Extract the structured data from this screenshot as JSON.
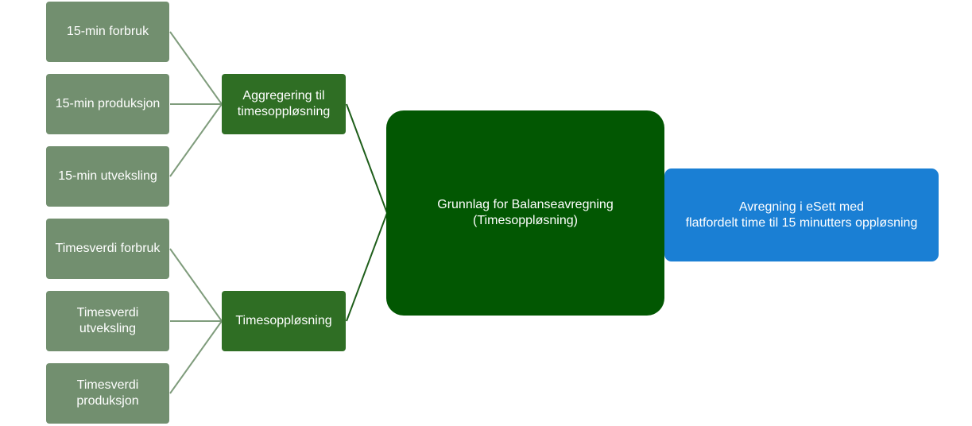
{
  "source_nodes": {
    "min15_consumption": "15-min forbruk",
    "min15_production": "15-min produksjon",
    "min15_exchange": "15-min utveksling",
    "hourly_consumption": "Timesverdi forbruk",
    "hourly_exchange": "Timesverdi\nutveksling",
    "hourly_production": "Timesverdi\nproduksjon"
  },
  "intermediate_nodes": {
    "aggregation": "Aggregering til\ntimesoppløsning",
    "hourly_resolution": "Timesoppløsning"
  },
  "main_node": {
    "label": "Grunnlag for Balanseavregning\n(Timesoppløsning)"
  },
  "output_node": {
    "label": "Avregning i eSett med\nflatfordelt time til 15 minutters oppløsning"
  },
  "colors": {
    "source_fill": "#728f6f",
    "intermediate_fill": "#2f6e24",
    "main_fill": "#025702",
    "output_fill": "#1a7fd4",
    "connector_light": "#7f9c7c",
    "connector_dark": "#1e5e1a"
  }
}
